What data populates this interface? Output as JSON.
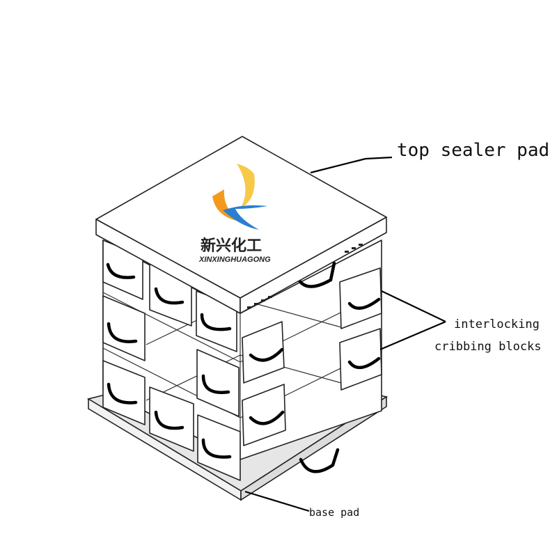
{
  "labels": {
    "top_pad": "top sealer pad",
    "cribbing_line1": "interlocking",
    "cribbing_line2": "cribbing blocks",
    "base_pad": "base pad"
  },
  "logo": {
    "cn_text": "新兴化工",
    "en_text": "XINXINGHUAGONG",
    "colors": {
      "orange": "#f39a1e",
      "yellow": "#f7c948",
      "blue": "#2a7fd0",
      "light_blue": "#6fb3ea"
    }
  },
  "colors": {
    "line": "#222222",
    "handle": "#000000",
    "base_fill": "#e6e6e6",
    "background": "#ffffff"
  }
}
